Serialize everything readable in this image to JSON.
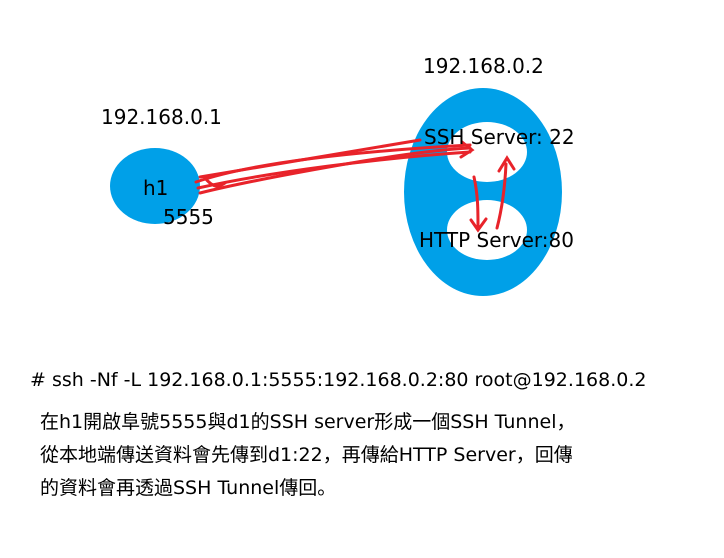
{
  "colors": {
    "host_fill": "#00a0e8",
    "tunnel": "#e8232a",
    "background": "#ffffff"
  },
  "host_h1": {
    "ip": "192.168.0.1",
    "name": "h1",
    "port": "5555"
  },
  "host_d1": {
    "ip": "192.168.0.2",
    "ssh_label": "SSH Server: 22",
    "http_label": "HTTP Server:80"
  },
  "command": "# ssh -Nf -L 192.168.0.1:5555:192.168.0.2:80 root@192.168.0.2",
  "description": [
    "在h1開啟阜號5555與d1的SSH server形成一個SSH Tunnel，",
    "從本地端傳送資料會先傳到d1:22，再傳給HTTP Server，回傳",
    "的資料會再透過SSH Tunnel傳回。"
  ]
}
